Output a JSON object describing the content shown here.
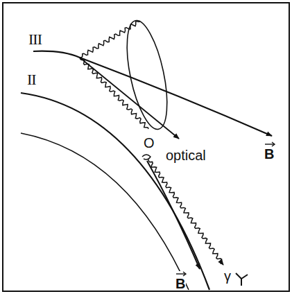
{
  "diagram": {
    "labels": [
      "III",
      "II",
      "B",
      "optical",
      "O",
      "γ",
      "B"
    ]
  }
}
